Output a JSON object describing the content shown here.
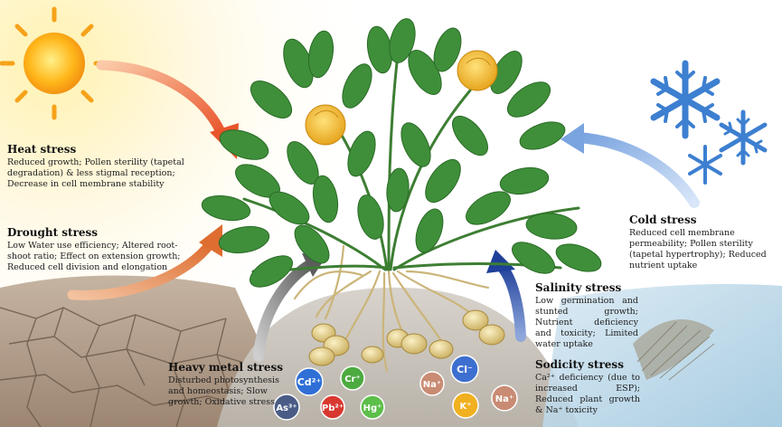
{
  "stresses": {
    "heat": {
      "title": "Heat stress",
      "description": "Reduced growth; Pollen sterility (tapetal degradation) & less stigmal reception; Decrease in cell membrane stability"
    },
    "drought": {
      "title": "Drought stress",
      "description": "Low Water use efficiency; Altered root-shoot ratio; Effect on extension growth; Reduced cell division and elongation"
    },
    "cold": {
      "title": "Cold stress",
      "description": "Reduced cell membrane permeability; Pollen sterility (tapetal hypertrophy); Reduced nutrient uptake"
    },
    "salinity": {
      "title": "Salinity stress",
      "description": "Low germination and stunted growth; Nutrient deficiency and toxicity; Limited water uptake"
    },
    "heavy_metal": {
      "title": "Heavy metal stress",
      "description": "Disturbed photosynthesis and homeostasis; Slow growth; Oxidative stress"
    },
    "sodicity": {
      "title": "Sodicity stress",
      "description": "Ca²⁺ deficiency (due to increased ESP); Reduced plant growth & Na⁺ toxicity"
    }
  },
  "ions": [
    {
      "label": "Cd²⁺",
      "color": "#2f6fd6"
    },
    {
      "label": "Cr⁺",
      "color": "#4caa3f"
    },
    {
      "label": "As³⁺",
      "color": "#4a5c86"
    },
    {
      "label": "Pb²⁺",
      "color": "#d8382f"
    },
    {
      "label": "Hg⁺",
      "color": "#5cbf4a"
    },
    {
      "label": "Na⁺",
      "color": "#c98b73"
    },
    {
      "label": "Cl⁻",
      "color": "#3d6fd0"
    },
    {
      "label": "K⁺",
      "color": "#f0b020"
    },
    {
      "label": "Na⁺",
      "color": "#c98b73"
    }
  ],
  "colors": {
    "sun": "#f6a21a",
    "heat_arrow": "#e8542a",
    "drought_arrow": "#e07a3a",
    "cold_arrow": "#8fb3e6",
    "salinity_arrow": "#2a4ea8",
    "heavy_metal_arrow": "#777777",
    "leaf": "#3f8f3a",
    "flower": "#f2c238"
  }
}
